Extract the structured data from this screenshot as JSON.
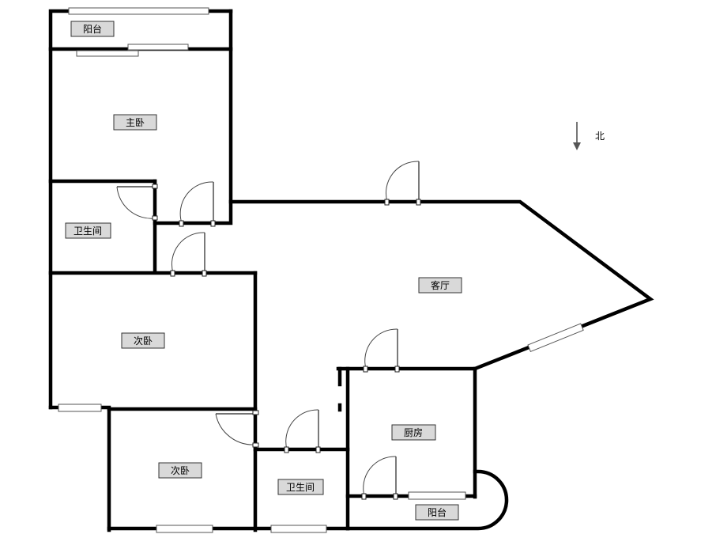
{
  "rooms": {
    "balcony_top": "阳台",
    "master_bedroom": "主卧",
    "bathroom_1": "卫生间",
    "living_room": "客厅",
    "second_bedroom_1": "次卧",
    "second_bedroom_2": "次卧",
    "bathroom_2": "卫生间",
    "kitchen": "厨房",
    "balcony_bottom": "阳台"
  },
  "compass": {
    "label": "北",
    "icon": "arrow-down-icon"
  }
}
